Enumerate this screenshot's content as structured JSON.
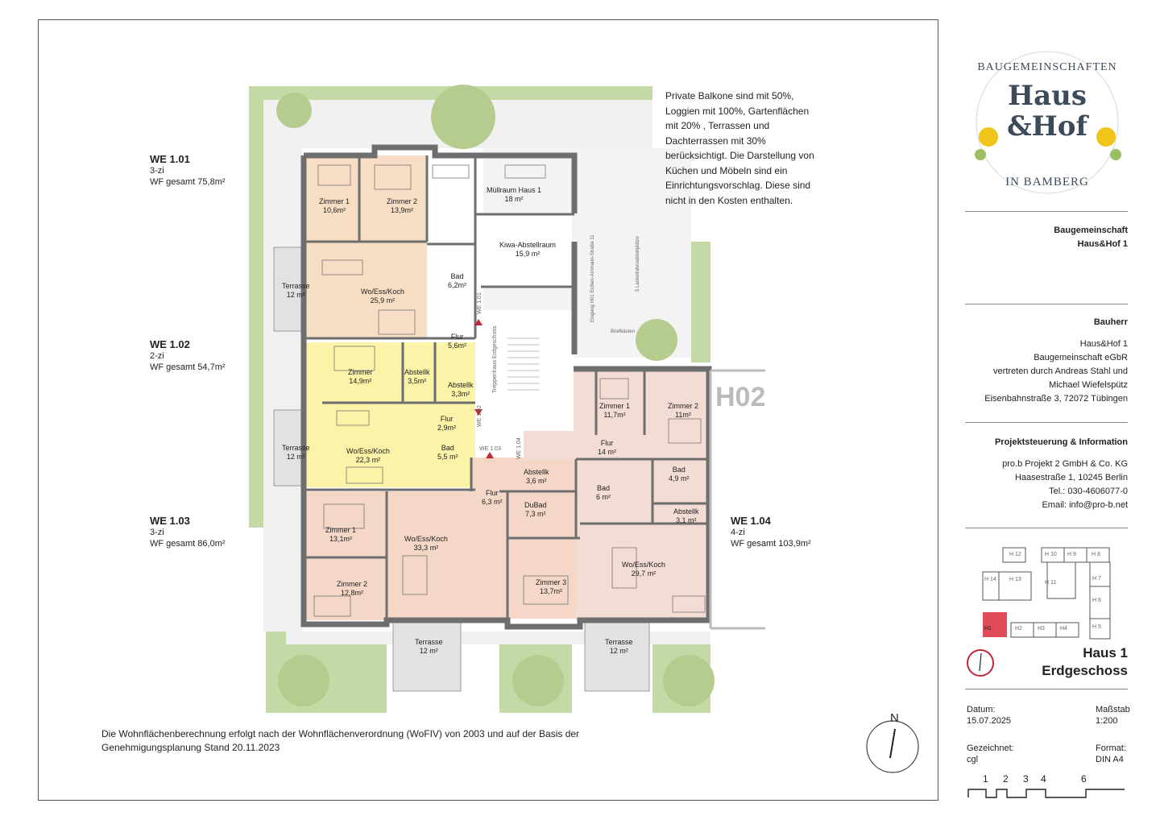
{
  "apartments": [
    {
      "id": "we101",
      "name": "WE  1.01",
      "rooms": "3-zi",
      "area": "WF gesamt 75,8m²"
    },
    {
      "id": "we102",
      "name": "WE  1.02",
      "rooms": "2-zi",
      "area": "WF gesamt 54,7m²"
    },
    {
      "id": "we103",
      "name": "WE  1.03",
      "rooms": "3-zi",
      "area": "WF gesamt 86,0m²"
    },
    {
      "id": "we104",
      "name": "WE  1.04",
      "rooms": "4-zi",
      "area": "WF gesamt 103,9m²"
    }
  ],
  "notes": "Private Balkone sind mit 50%, Loggien mit 100%, Gartenflächen mit 20% , Terrassen und Dachterrassen mit 30% berücksichtigt. Die Darstellung von Küchen und Möbeln sind ein Einrichtungsvorschlag. Diese sind nicht in den Kosten enthalten.",
  "bottom_note": "Die Wohnflächenberechnung erfolgt nach der Wohnflächenverordnung (WoFIV) von 2003 und auf der Basis der Genehmigungsplanung Stand 20.11.2023",
  "rooms": [
    {
      "name": "Zimmer 1",
      "area": "10,6m²"
    },
    {
      "name": "Zimmer 2",
      "area": "13,9m²"
    },
    {
      "name": "Müllraum Haus 1",
      "area": "18 m²"
    },
    {
      "name": "Kiwa-Abstellraum",
      "area": "15,9 m²"
    },
    {
      "name": "Terrasse",
      "area": "12 m²"
    },
    {
      "name": "Wo/Ess/Koch",
      "area": "25,9 m²"
    },
    {
      "name": "Bad",
      "area": "6,2m²"
    },
    {
      "name": "Flur",
      "area": "5,6m²"
    },
    {
      "name": "Zimmer",
      "area": "14,9m²"
    },
    {
      "name": "Abstellk",
      "area": "3,5m²"
    },
    {
      "name": "Abstellk",
      "area": "3,3m²"
    },
    {
      "name": "Terrasse",
      "area": "12 m²"
    },
    {
      "name": "Wo/Ess/Koch",
      "area": "22,3 m²"
    },
    {
      "name": "Flur",
      "area": "2,9m²"
    },
    {
      "name": "Bad",
      "area": "5,5 m²"
    },
    {
      "name": "Zimmer 1",
      "area": "11,7m²"
    },
    {
      "name": "Zimmer 2",
      "area": "11m²"
    },
    {
      "name": "Flur",
      "area": "14 m²"
    },
    {
      "name": "Bad",
      "area": "4,9 m²"
    },
    {
      "name": "Abstellk",
      "area": "3,6 m²"
    },
    {
      "name": "Flur",
      "area": "6,3 m²"
    },
    {
      "name": "DuBad",
      "area": "7,3 m²"
    },
    {
      "name": "Bad",
      "area": "6 m²"
    },
    {
      "name": "Abstellk",
      "area": "3,1 m²"
    },
    {
      "name": "Zimmer 1",
      "area": "13,1m²"
    },
    {
      "name": "Wo/Ess/Koch",
      "area": "33,3 m²"
    },
    {
      "name": "Zimmer 2",
      "area": "12,8m²"
    },
    {
      "name": "Zimmer 3",
      "area": "13,7m²"
    },
    {
      "name": "Wo/Ess/Koch",
      "area": "29,7 m²"
    },
    {
      "name": "Terrasse",
      "area": "12 m²"
    },
    {
      "name": "Terrasse",
      "area": "12 m²"
    }
  ],
  "plan_labels": {
    "h02": "H02",
    "we101": "WE 1.01",
    "we102": "WE 1.02",
    "we103": "WE 1.03",
    "we104": "WE 1.04",
    "stair": "Treppenhaus Erdgeschoss",
    "entrance": "Eingang H01 Eichen-Ammann-Straße 11",
    "mailbox": "Briefkästen",
    "bikes": "5 Lastenfahrradstellplätze"
  },
  "logo": {
    "top": "BAUGEMEINSCHAFTEN",
    "main1": "Haus",
    "main2": "&Hof",
    "bottom": "IN BAMBERG"
  },
  "title_block": {
    "project": "Baugemeinschaft",
    "project2": "Haus&Hof  1",
    "bauherr_heading": "Bauherr",
    "bauherr_lines": [
      "Haus&Hof 1",
      "Baugemeinschaft eGbR",
      "vertreten durch Andreas Stahl und",
      "Michael Wiefelspütz",
      "Eisenbahnstraße 3, 72072 Tübingen"
    ],
    "ps_heading": "Projektsteuerung  &  Information",
    "ps_lines": [
      "pro.b Projekt 2 GmbH & Co. KG",
      "Haasestraße 1, 10245 Berlin",
      "Tel.: 030-4606077-0",
      "Email: info@pro-b.net"
    ],
    "site_labels": [
      "H 12",
      "H 10",
      "H 9",
      "H 8",
      "H 14",
      "H 13",
      "H 11",
      "H 7",
      "H 6",
      "H1",
      "H2",
      "H3",
      "H4",
      "H 5"
    ],
    "house": "Haus  1",
    "floor": "Erdgeschoss",
    "datum_label": "Datum:",
    "datum": "15.07.2025",
    "massstab_label": "Maßstab",
    "massstab": "1:200",
    "gezeichnet_label": "Gezeichnet:",
    "gezeichnet": "cgl",
    "format_label": "Format:",
    "format": "DIN A4",
    "scale_ticks": [
      "1",
      "2",
      "3",
      "4",
      "6"
    ]
  },
  "north": "N",
  "colors": {
    "we101": "#f6ddc4",
    "we102": "#fbf3a8",
    "we103": "#f5d7c7",
    "we104": "#f3dcd4",
    "garden": "#c5d9a7",
    "wall": "#6e6e6e",
    "paving": "#efefef",
    "tree": "#b5cc8e",
    "accent": "#c0283a"
  }
}
